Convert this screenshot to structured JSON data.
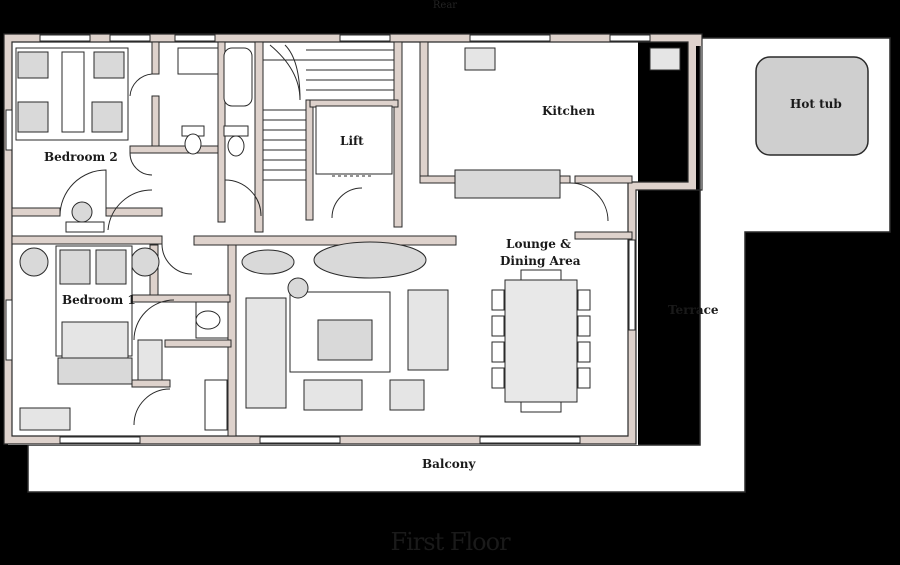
{
  "plan": {
    "rear_label": "Rear",
    "title": "First Floor",
    "rooms": {
      "bedroom2": "Bedroom 2",
      "bedroom1": "Bedroom 1",
      "lift": "Lift",
      "kitchen": "Kitchen",
      "hot_tub": "Hot tub",
      "lounge_line1": "Lounge &",
      "lounge_line2": "Dining Area",
      "terrace": "Terrace",
      "balcony": "Balcony"
    }
  },
  "colors": {
    "background": "#000000",
    "floor": "#ffffff",
    "wall": "#ded2cc",
    "wall_outline": "#2a2a2a",
    "furniture_shade": "#d9d9d9",
    "hot_tub": "#cfcfcf"
  }
}
